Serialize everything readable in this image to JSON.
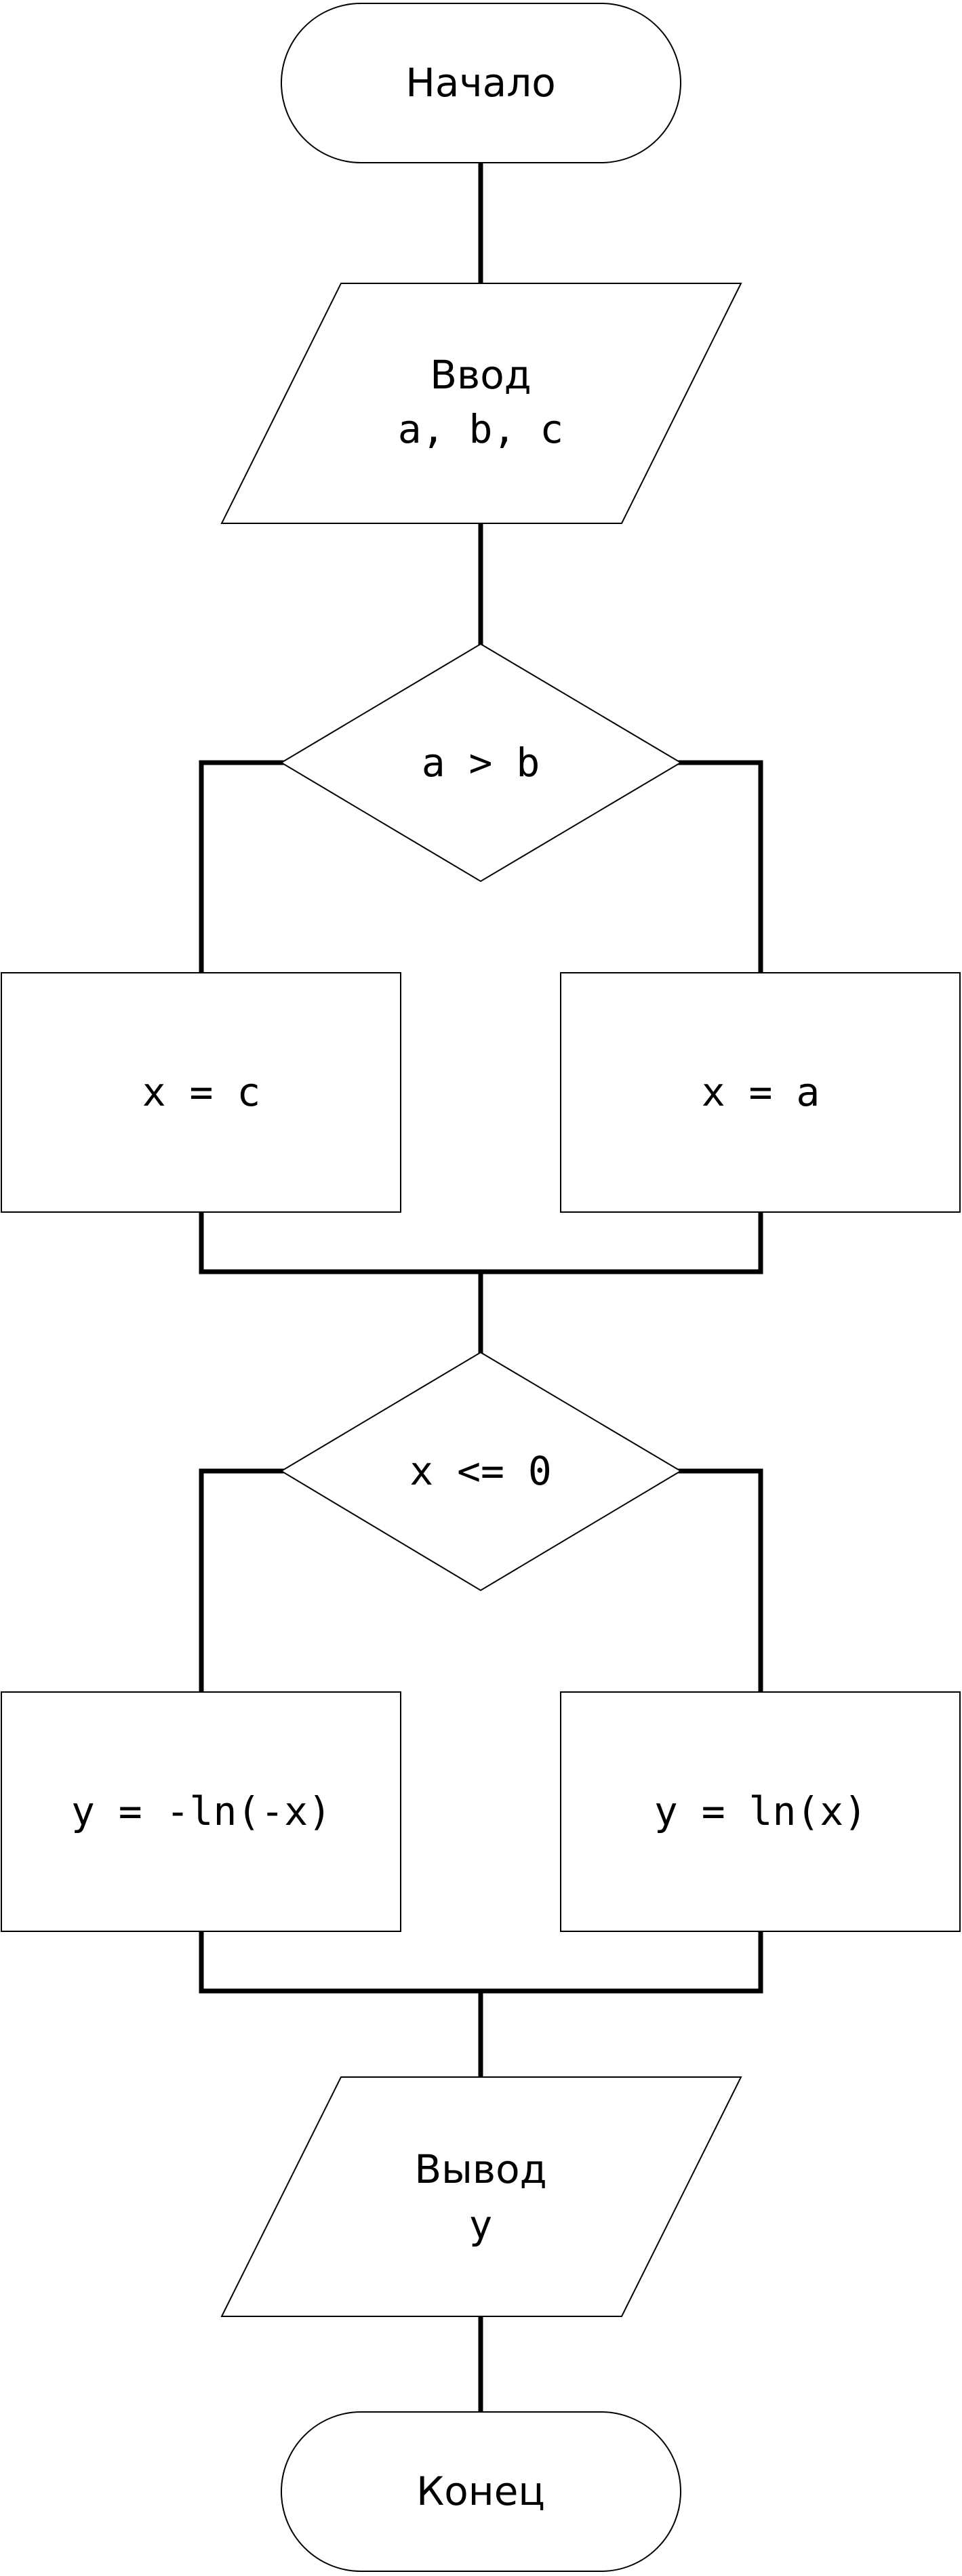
{
  "flowchart": {
    "start": {
      "label": "Начало"
    },
    "input": {
      "line1": "Ввод",
      "line2": "a, b, c"
    },
    "decision1": {
      "label": "a > b"
    },
    "assign_left": {
      "label": "x = c"
    },
    "assign_right": {
      "label": "x = a"
    },
    "decision2": {
      "label": "x <= 0"
    },
    "calc_left": {
      "label": "y = -ln(-x)"
    },
    "calc_right": {
      "label": "y = ln(x)"
    },
    "output": {
      "line1": "Вывод",
      "line2": "y"
    },
    "end": {
      "label": "Конец"
    }
  }
}
